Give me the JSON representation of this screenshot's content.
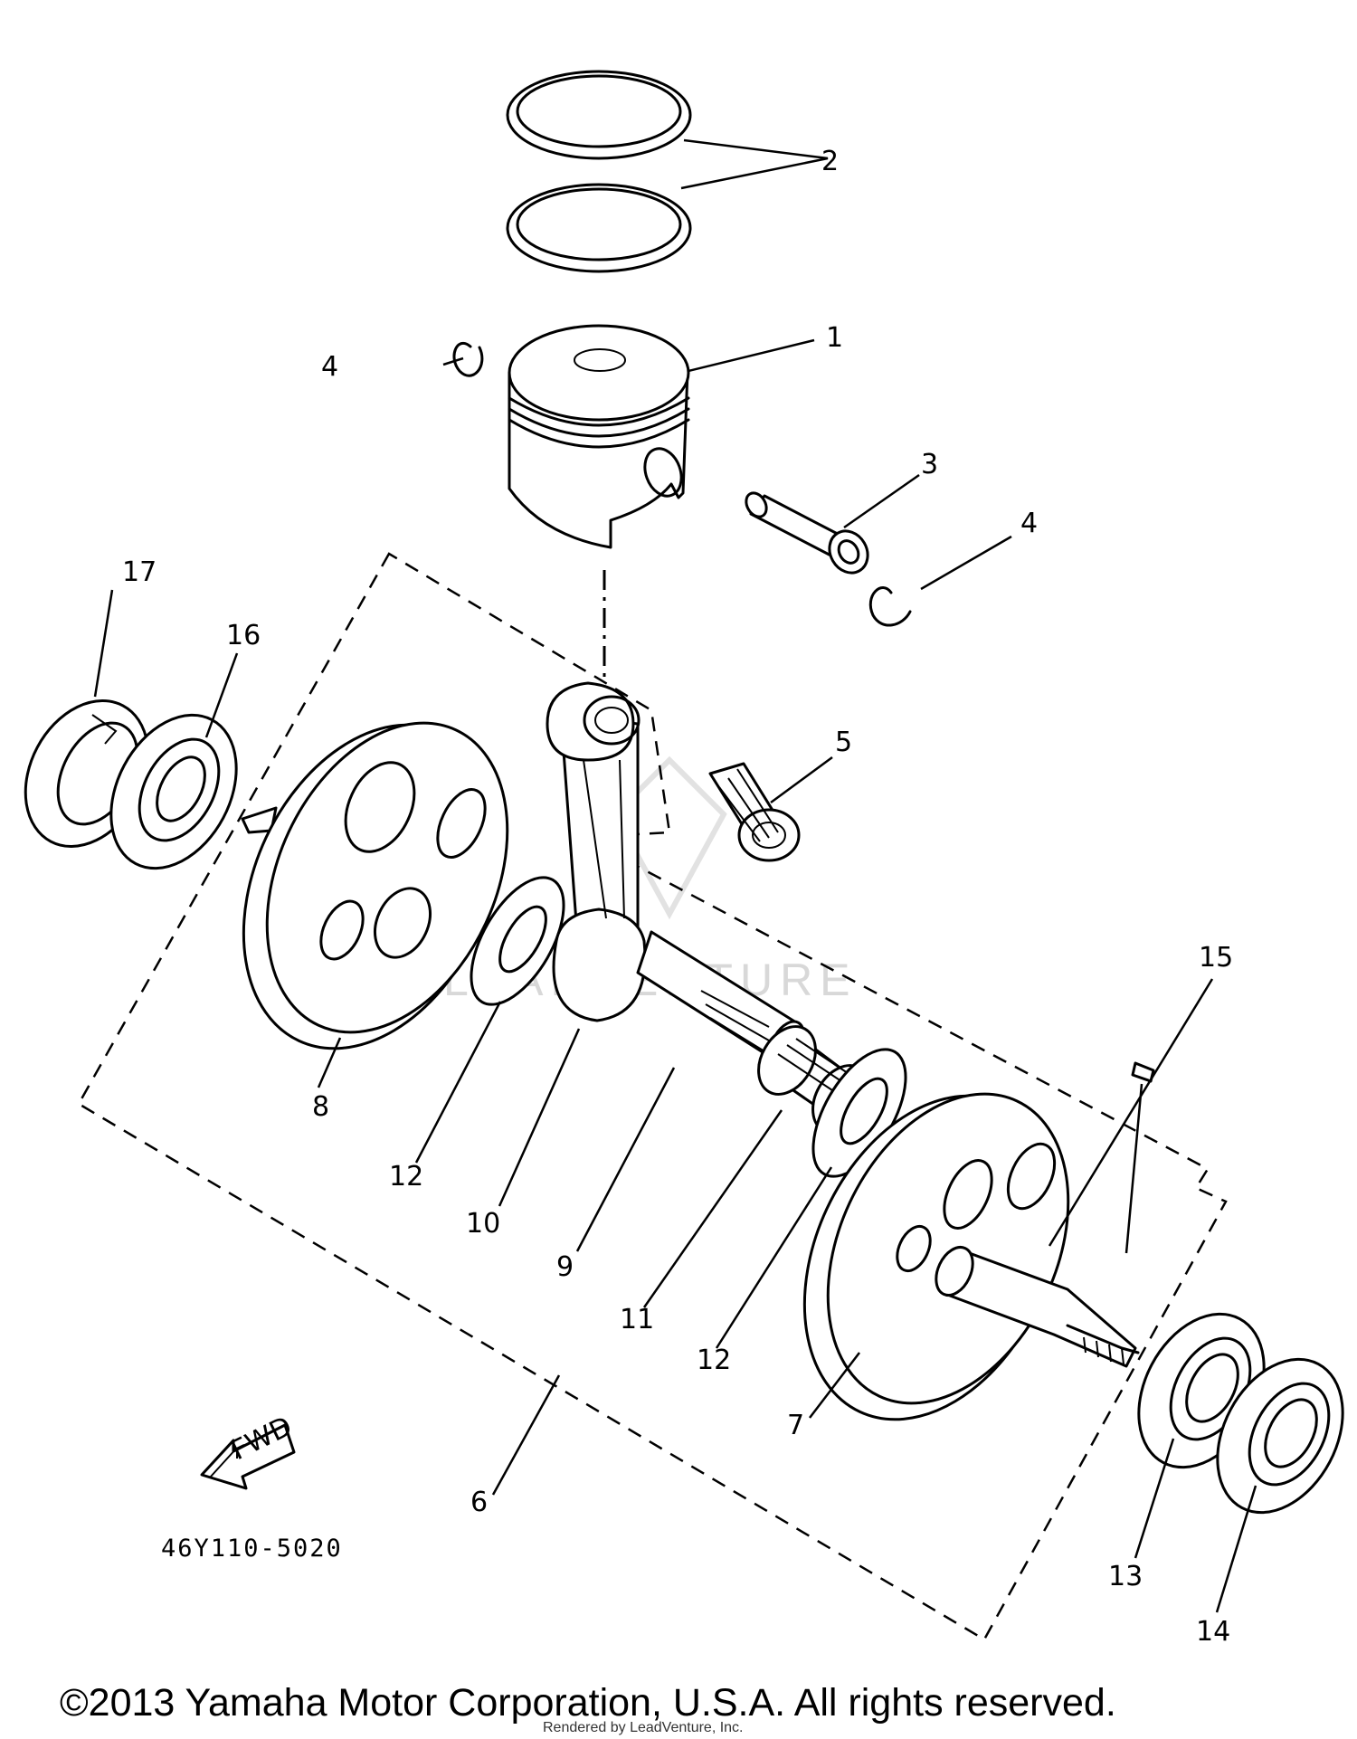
{
  "callouts": {
    "c1": "1",
    "c2": "2",
    "c3": "3",
    "c4a": "4",
    "c4b": "4",
    "c5": "5",
    "c6": "6",
    "c7": "7",
    "c8": "8",
    "c9": "9",
    "c10": "10",
    "c11": "11",
    "c12a": "12",
    "c12b": "12",
    "c13": "13",
    "c14": "14",
    "c15": "15",
    "c16": "16",
    "c17": "17"
  },
  "direction_arrow": {
    "label": "FWD"
  },
  "diagram_code": "46Y110-5020",
  "copyright": "©2013 Yamaha Motor Corporation, U.S.A. All rights reserved.",
  "render_credit": "Rendered by LeadVenture, Inc.",
  "watermark": "LEADVENTURE",
  "colors": {
    "ink": "#000000",
    "paper": "#ffffff",
    "watermark": "#d8d8d8"
  }
}
